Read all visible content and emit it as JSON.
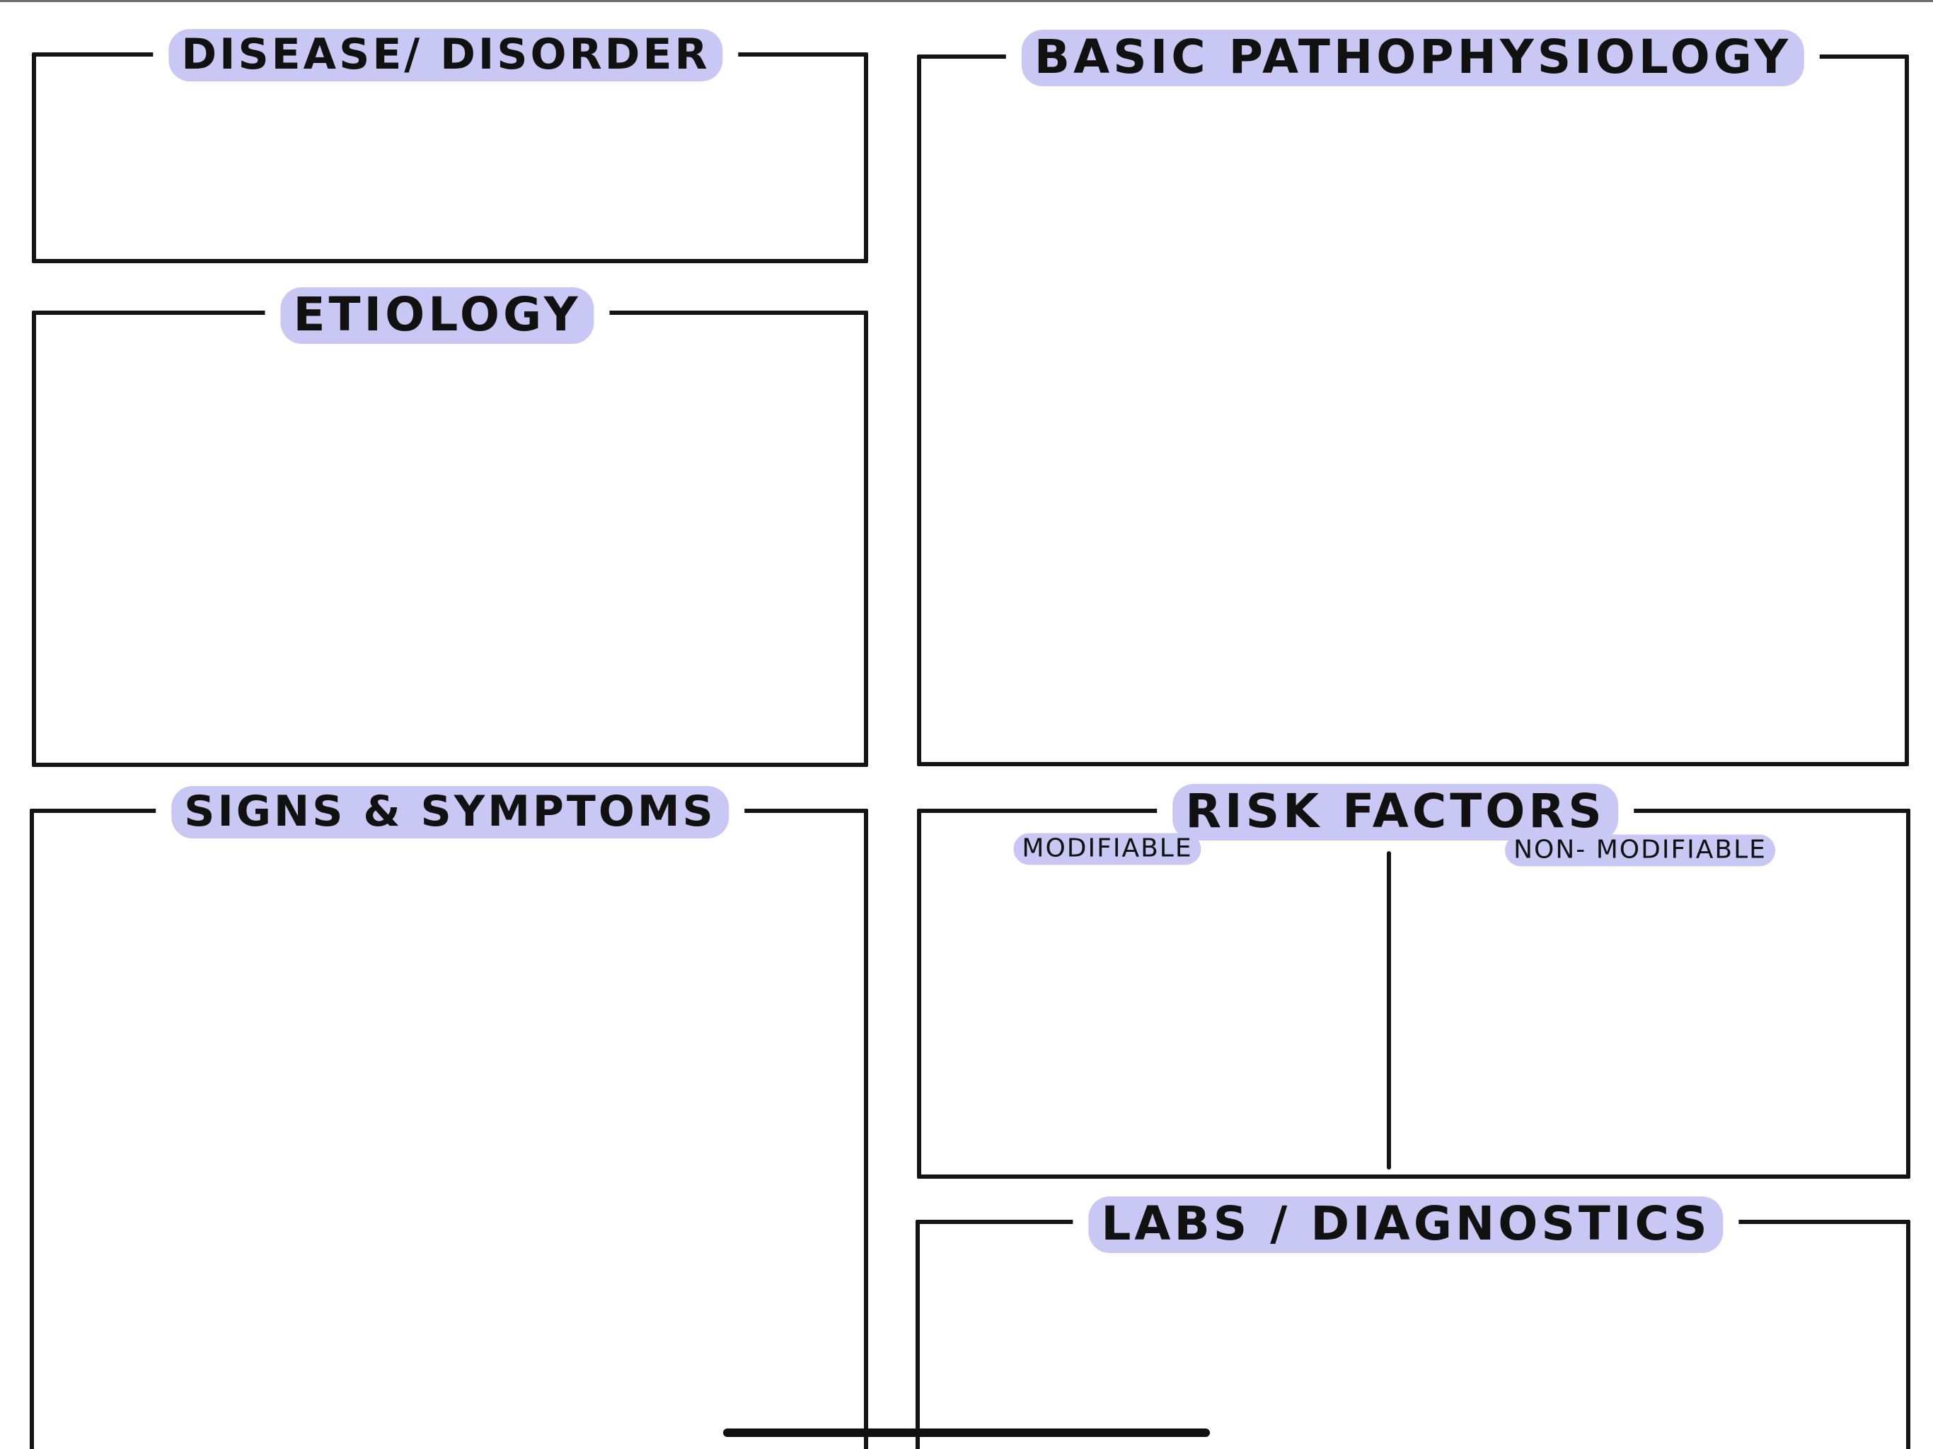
{
  "theme": {
    "highlight_color": "#c9c8f5",
    "line_color": "#141414",
    "background": "#ffffff"
  },
  "worksheet": {
    "sections": {
      "disease_disorder": {
        "title": "Disease/ Disorder"
      },
      "basic_pathophysiology": {
        "title": "Basic Pathophysiology"
      },
      "etiology": {
        "title": "Etiology"
      },
      "signs_symptoms": {
        "title": "Signs & Symptoms"
      },
      "risk_factors": {
        "title": "Risk Factors",
        "modifiable_label": "Modifiable",
        "non_modifiable_label": "Non- Modifiable"
      },
      "labs_diagnostics": {
        "title": "Labs / Diagnostics"
      }
    }
  }
}
